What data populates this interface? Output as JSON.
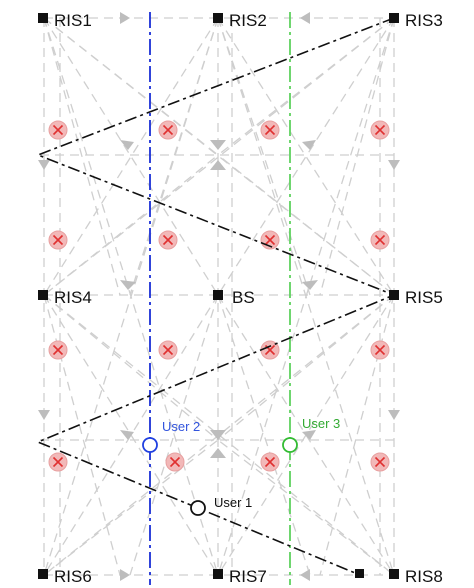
{
  "nodes": [
    {
      "id": "ris1",
      "label": "RIS1"
    },
    {
      "id": "ris2",
      "label": "RIS2"
    },
    {
      "id": "ris3",
      "label": "RIS3"
    },
    {
      "id": "ris4",
      "label": "RIS4"
    },
    {
      "id": "bs",
      "label": "BS"
    },
    {
      "id": "ris5",
      "label": "RIS5"
    },
    {
      "id": "ris6",
      "label": "RIS6"
    },
    {
      "id": "ris7",
      "label": "RIS7"
    },
    {
      "id": "ris8",
      "label": "RIS8"
    }
  ],
  "users": [
    {
      "id": "user1",
      "label": "User 1",
      "color": "#111111"
    },
    {
      "id": "user2",
      "label": "User 2",
      "color": "#3355dd"
    },
    {
      "id": "user3",
      "label": "User 3",
      "color": "#33aa33"
    }
  ],
  "colors": {
    "user2_path": "#1a2fd6",
    "user3_path": "#5fd15f",
    "user1_path": "#111111",
    "blockage_fill": "#f2b8b8",
    "blockage_cross": "#e03030",
    "link_grey": "#c8c8c8"
  }
}
